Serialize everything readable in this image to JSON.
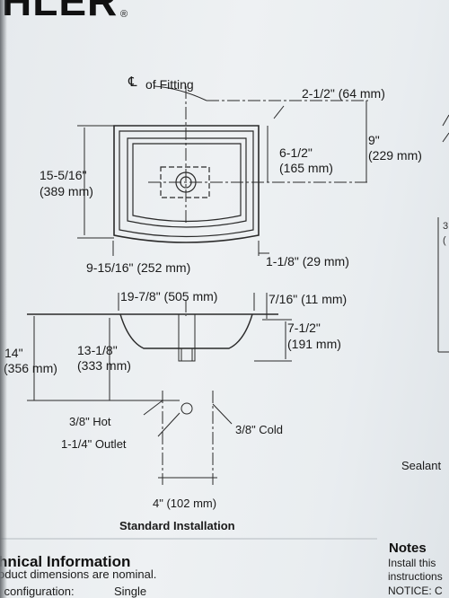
{
  "brand": {
    "text": "HLER",
    "registered": "®"
  },
  "labels": {
    "cl_fitting": "of Fitting",
    "top_offset": "2-1/2\" (64 mm)",
    "depth_9": "9\"",
    "depth_9_mm": "(229 mm)",
    "drain_6_5": "6-1/2\"",
    "drain_6_5_mm": "(165 mm)",
    "height_15": "15-5/16\"",
    "height_15_mm": "(389 mm)",
    "width_9_15": "9-15/16\" (252 mm)",
    "rim_1_1_8": "1-1/8\" (29 mm)",
    "width_19": "19-7/8\" (505 mm)",
    "rim_7_16": "7/16\" (11 mm)",
    "bowl_7_5": "7-1/2\"",
    "bowl_7_5_mm": "(191 mm)",
    "height_14": "14\"",
    "height_14_mm": "(356 mm)",
    "height_13": "13-1/8\"",
    "height_13_mm": "(333 mm)",
    "hot": "3/8\" Hot",
    "cold": "3/8\" Cold",
    "outlet": "1-1/4\" Outlet",
    "spacing_4": "4\" (102 mm)"
  },
  "caption": "Standard Installation",
  "technical": {
    "title": "hnical Information",
    "line1": "oduct dimensions are nominal.",
    "line2": "l configuration:",
    "config_value": "Single"
  },
  "notes": {
    "title": "Notes",
    "line1": "Install this",
    "line2": "instructions",
    "line3": "NOTICE: C"
  },
  "side": {
    "sealant": "Sealant",
    "digit_top": "3",
    "digit_mid": "("
  }
}
